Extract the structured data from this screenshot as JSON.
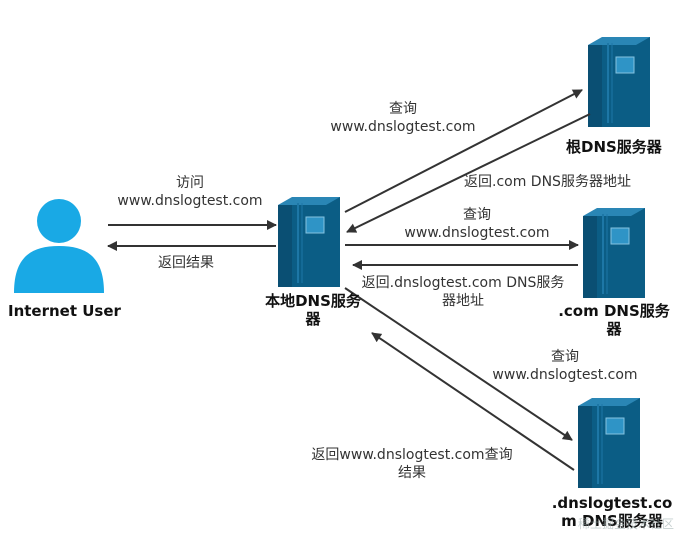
{
  "nodes": {
    "user": "Internet User",
    "local": [
      "本地DNS服务",
      "器"
    ],
    "root": "根DNS服务器",
    "com": [
      ".com DNS服务",
      "器"
    ],
    "auth": [
      ".dnslogtest.co",
      "m DNS服务器"
    ]
  },
  "edges": {
    "visit": [
      "访问",
      "www.dnslogtest.com"
    ],
    "return_result": "返回结果",
    "query_root": [
      "查询",
      "www.dnslogtest.com"
    ],
    "return_root": "返回.com DNS服务器地址",
    "query_com": [
      "查询",
      "www.dnslogtest.com"
    ],
    "return_com": [
      "返回.dnslogtest.com DNS服务",
      "器地址"
    ],
    "query_auth": [
      "查询",
      "www.dnslogtest.com"
    ],
    "return_auth": [
      "返回www.dnslogtest.com查询",
      "结果"
    ]
  },
  "watermark": "稀土掘金技术社区",
  "colors": {
    "server_dark": "#0b5d85",
    "server_light": "#3399cc",
    "user": "#19a9e5",
    "arrow": "#333333"
  }
}
